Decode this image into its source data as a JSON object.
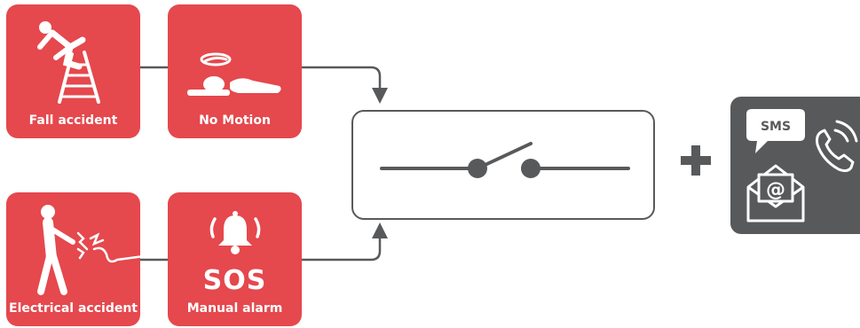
{
  "cards": {
    "fall": {
      "label": "Fall accident"
    },
    "no_motion": {
      "label": "No Motion"
    },
    "electrical": {
      "label": "Electrical accident"
    },
    "manual": {
      "label": "Manual alarm",
      "icon_text": "SOS"
    }
  },
  "notification": {
    "sms_label": "SMS",
    "email_symbol": "@"
  },
  "colors": {
    "alarm_red": "#e5484d",
    "dark_gray": "#58595b",
    "white": "#ffffff"
  }
}
